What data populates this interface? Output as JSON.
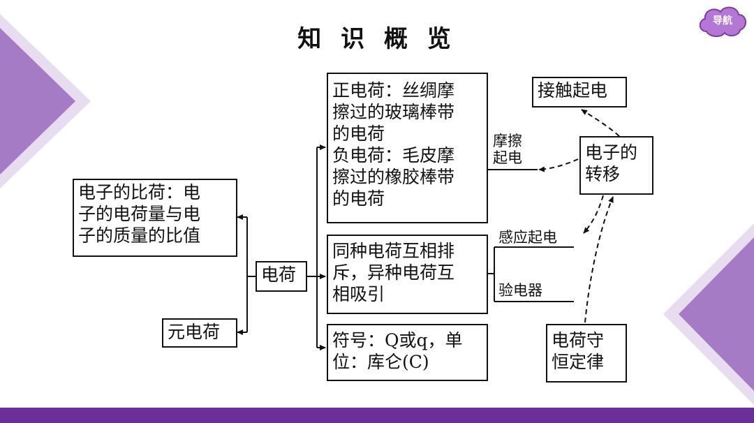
{
  "title": "知 识 概 览",
  "nav": {
    "label": "导航"
  },
  "colors": {
    "accent": "#6b2f9a",
    "decor_light": "#d9c8e6",
    "decor_mid": "#a57bc6"
  },
  "diagram": {
    "center": "电荷",
    "specific_charge": [
      "电子的比荷：电",
      "子的电荷量与电",
      "子的质量的比值"
    ],
    "elementary_charge": "元电荷",
    "positive_negative": [
      "正电荷：丝绸摩",
      "擦过的玻璃棒带",
      "的电荷",
      "负电荷：毛皮摩",
      "擦过的橡胶棒带",
      "的电荷"
    ],
    "interaction": [
      "同种电荷互相排",
      "斥，异种电荷互",
      "相吸引"
    ],
    "symbol_unit": [
      "符号：Q或q，单",
      "位：库仑(C)"
    ],
    "contact_charging": "接触起电",
    "electron_transfer": [
      "电子的",
      "转移"
    ],
    "conservation": [
      "电荷守",
      "恒定律"
    ],
    "friction_charging": [
      "摩擦",
      "起电"
    ],
    "induction_charging": "感应起电",
    "electroscope": "验电器"
  }
}
